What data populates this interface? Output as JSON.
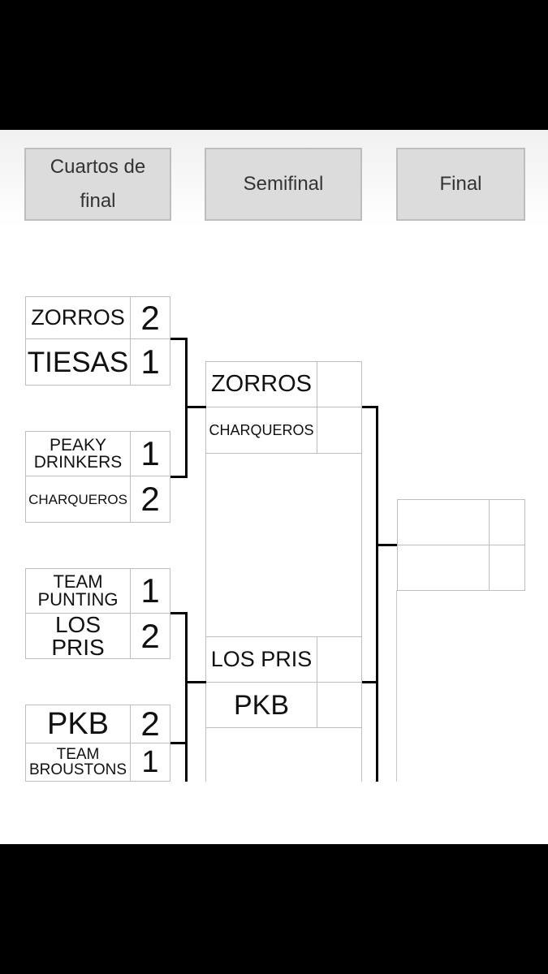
{
  "rounds": {
    "quarterfinal_label": "Cuartos de\nfinal",
    "semifinal_label": "Semifinal",
    "final_label": "Final"
  },
  "quarterfinals": [
    {
      "team1": "ZORROS",
      "score1": "2",
      "team2": "TIESAS",
      "score2": "1"
    },
    {
      "team1": "PEAKY\nDRINKERS",
      "score1": "1",
      "team2": "CHARQUEROS",
      "score2": "2"
    },
    {
      "team1": "TEAM\nPUNTING",
      "score1": "1",
      "team2": "LOS PRIS",
      "score2": "2"
    },
    {
      "team1": "PKB",
      "score1": "2",
      "team2": "TEAM\nBROUSTONS",
      "score2": "1"
    }
  ],
  "semifinals": [
    {
      "team1": "ZORROS",
      "score1": "",
      "team2": "CHARQUEROS",
      "score2": ""
    },
    {
      "team1": "LOS PRIS",
      "score1": "",
      "team2": "PKB",
      "score2": ""
    }
  ],
  "final": {
    "team1": "",
    "score1": "",
    "team2": "",
    "score2": ""
  }
}
